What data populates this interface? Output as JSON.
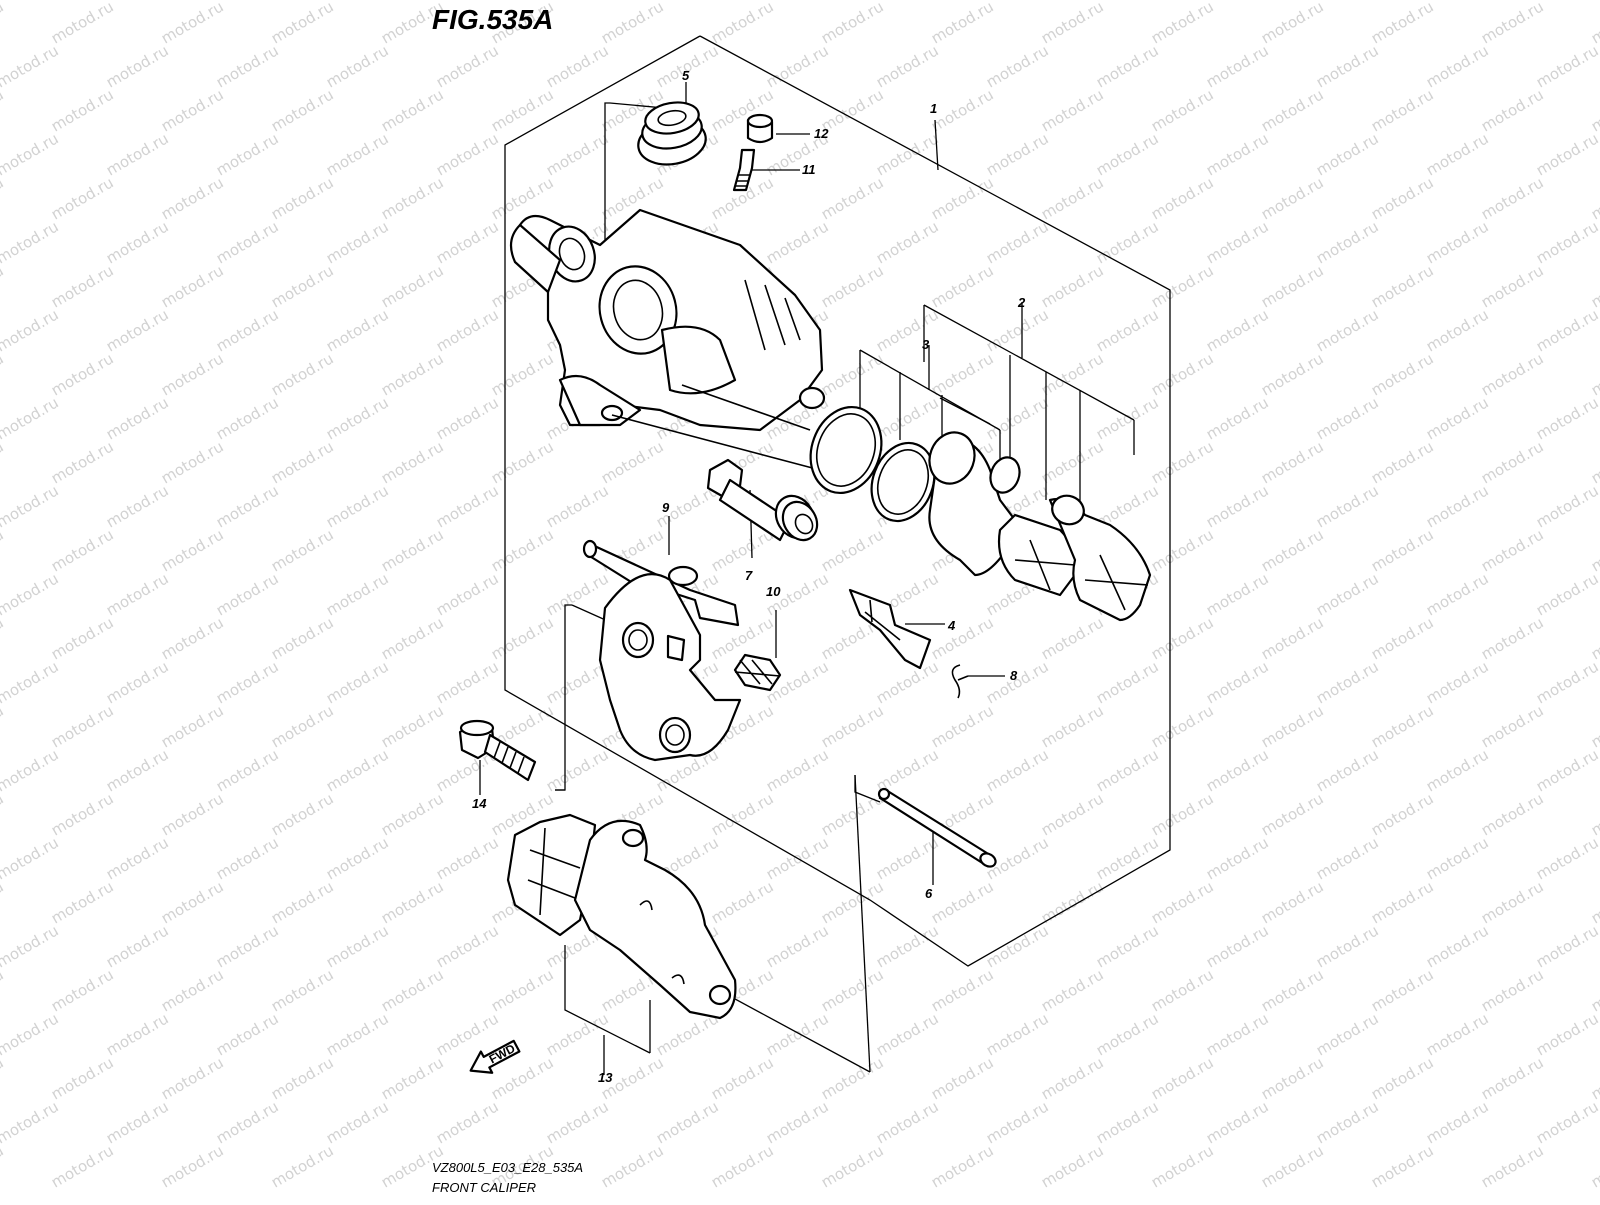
{
  "figure": {
    "title": "FIG.535A",
    "model_code": "VZ800L5_E03_E28_535A",
    "caption": "FRONT CALIPER"
  },
  "watermark": {
    "text": "motod.ru",
    "color": "#d2d2d2"
  },
  "callouts": [
    "1",
    "2",
    "3",
    "4",
    "5",
    "6",
    "7",
    "8",
    "9",
    "10",
    "11",
    "12",
    "13",
    "14"
  ],
  "direction_arrow": {
    "label": "FWD",
    "icon": "fwd-arrow-icon"
  }
}
